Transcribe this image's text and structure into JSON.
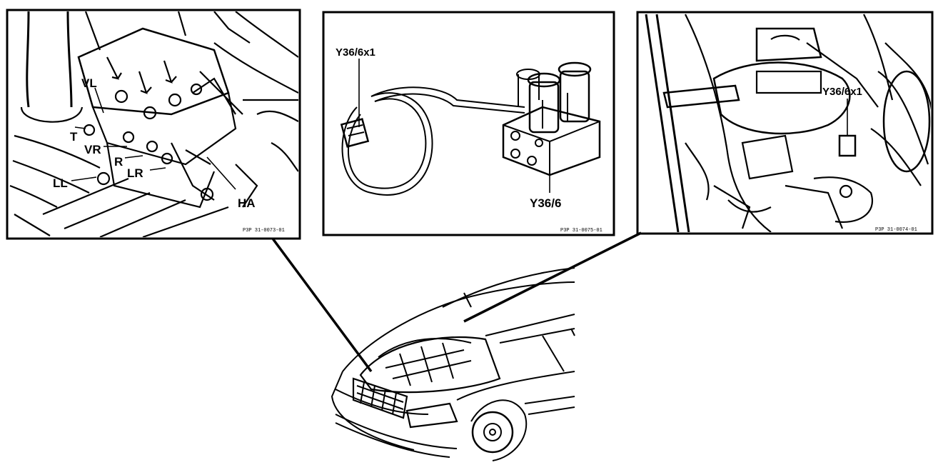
{
  "panels": [
    {
      "id": "left",
      "labels": {
        "vl": "VL",
        "t": "T",
        "vr": "VR",
        "r": "R",
        "lr": "LR",
        "ll": "LL",
        "ha": "HA"
      },
      "ref": "P3P 31-0073-01"
    },
    {
      "id": "middle",
      "labels": {
        "connector": "Y36/6x1",
        "unit": "Y36/6"
      },
      "ref": "P3P 31-0075-01"
    },
    {
      "id": "right",
      "labels": {
        "connector": "Y36/6x1"
      },
      "ref": "P3P 31-0074-01"
    }
  ],
  "colors": {
    "ink": "#000000",
    "paper": "#ffffff"
  },
  "icons": [
    "car-illustration",
    "callout-leader"
  ]
}
